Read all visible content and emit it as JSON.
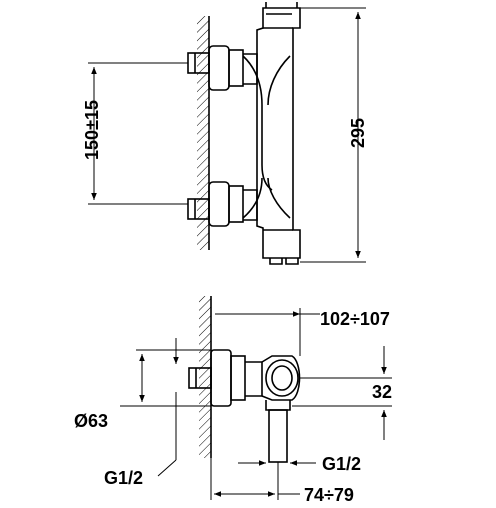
{
  "drawing": {
    "colors": {
      "line": "#000000",
      "background": "#ffffff"
    },
    "front_view": {
      "height_label": "295",
      "inlet_spacing_label": "150±15"
    },
    "side_view": {
      "depth_label": "102÷107",
      "offset_label": "32",
      "diameter_label": "Ø63",
      "inlet_thread_label": "G1/2",
      "outlet_thread_label": "G1/2",
      "wall_distance_label": "74÷79"
    }
  }
}
